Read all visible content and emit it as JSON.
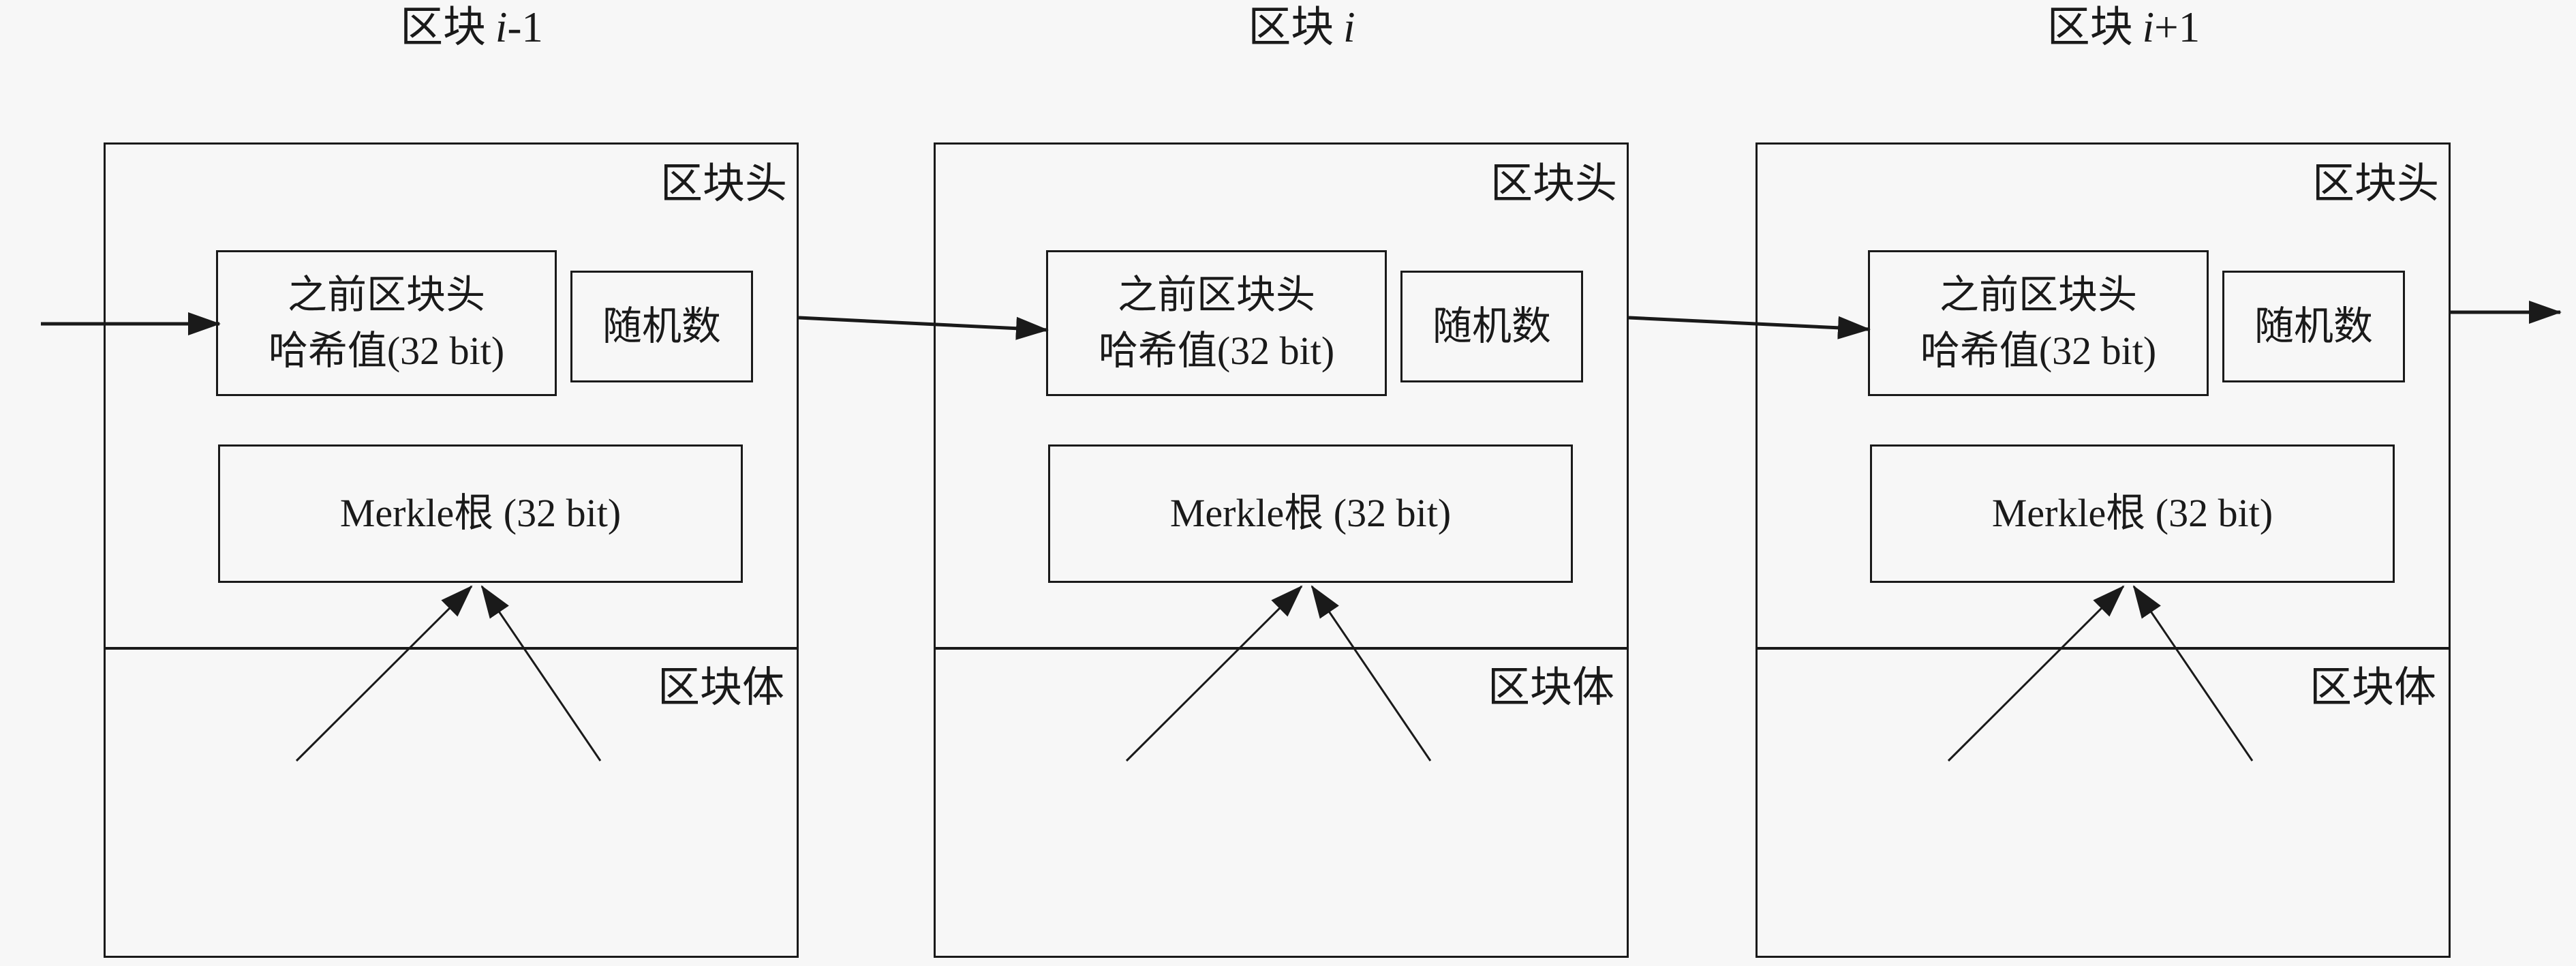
{
  "diagram": {
    "background_color": "#f7f7f7",
    "line_color": "#1a1a1a"
  },
  "blocks": [
    {
      "title_prefix": "区块",
      "title_italic": "i",
      "title_suffix": "-1",
      "header_label": "区块头",
      "prev_hash_line1": "之前区块头",
      "prev_hash_line2": "哈希值(32 bit)",
      "nonce_label": "随机数",
      "merkle_label": "Merkle根 (32 bit)",
      "body_label": "区块体"
    },
    {
      "title_prefix": "区块",
      "title_italic": "i",
      "title_suffix": "",
      "header_label": "区块头",
      "prev_hash_line1": "之前区块头",
      "prev_hash_line2": "哈希值(32 bit)",
      "nonce_label": "随机数",
      "merkle_label": "Merkle根 (32 bit)",
      "body_label": "区块体"
    },
    {
      "title_prefix": "区块",
      "title_italic": "i",
      "title_suffix": "+1",
      "header_label": "区块头",
      "prev_hash_line1": "之前区块头",
      "prev_hash_line2": "哈希值(32 bit)",
      "nonce_label": "随机数",
      "merkle_label": "Merkle根 (32 bit)",
      "body_label": "区块体"
    }
  ]
}
